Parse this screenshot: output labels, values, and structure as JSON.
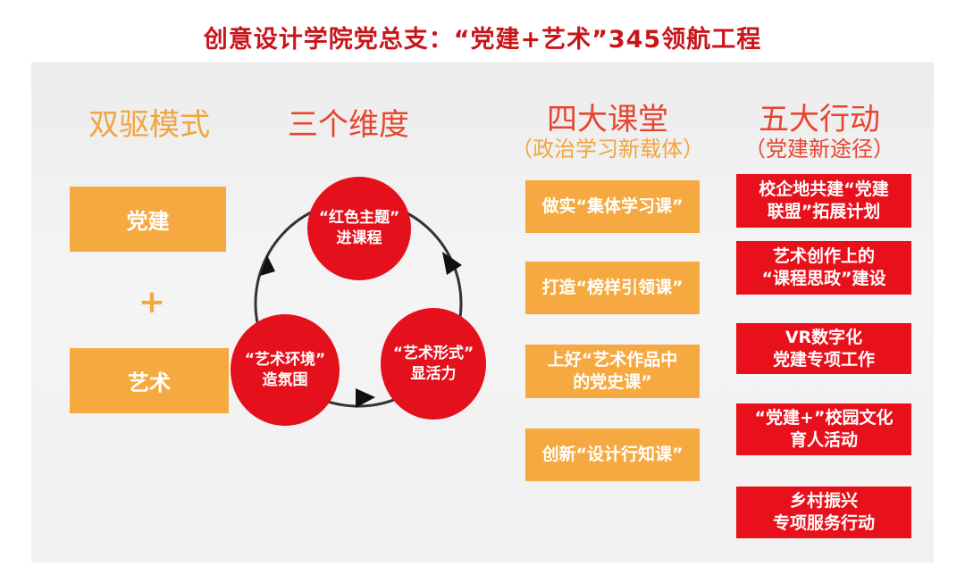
{
  "title": "创意设计学院党总支：“党建+艺术”345领航工程",
  "columns": {
    "dual": {
      "heading": "双驱模式",
      "items": [
        "党建",
        "艺术"
      ],
      "connector": "+"
    },
    "three": {
      "heading": "三个维度",
      "circles": [
        "“红色主题”\n进课程",
        "“艺术形式”\n显活力",
        "“艺术环境”\n造氛围"
      ]
    },
    "four": {
      "heading": "四大课堂",
      "subheading": "（政治学习新载体）",
      "items": [
        "做实“集体学习课”",
        "打造“榜样引领课”",
        "上好“艺术作品中\n的党史课”",
        "创新“设计行知课”"
      ]
    },
    "five": {
      "heading": "五大行动",
      "subheading": "（党建新途径）",
      "items": [
        "校企地共建“党建\n联盟”拓展计划",
        "艺术创作上的\n“课程思政”建设",
        "VR数字化\n党建专项工作",
        "“党建+”校园文化\n育人活动",
        "乡村振兴\n专项服务行动"
      ]
    }
  },
  "colors": {
    "title_red": "#c8151a",
    "heading_red": "#e8452e",
    "orange": "#f6a940",
    "box_red": "#e8101b"
  }
}
